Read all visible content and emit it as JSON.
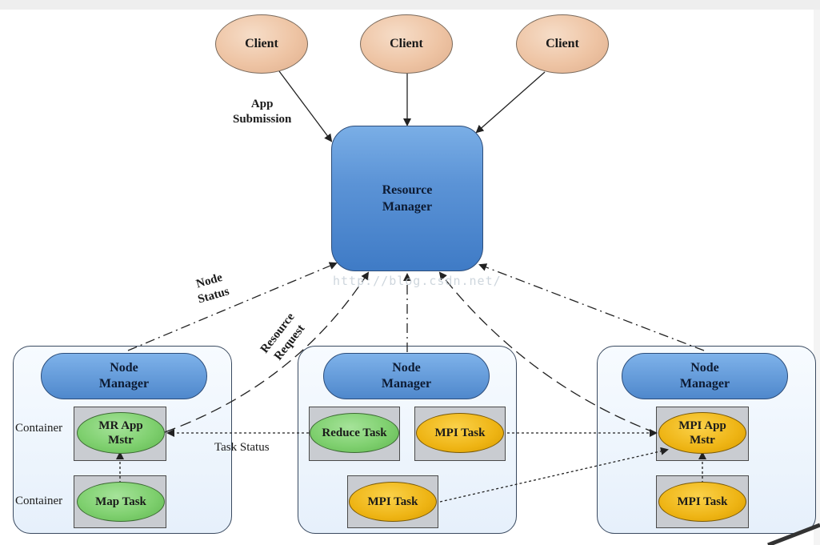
{
  "clients": [
    {
      "label": "Client"
    },
    {
      "label": "Client"
    },
    {
      "label": "Client"
    }
  ],
  "resource_manager": {
    "line1": "Resource",
    "line2": "Manager"
  },
  "edge_labels": {
    "app_submission_1": "App",
    "app_submission_2": "Submission",
    "node_status_1": "Node",
    "node_status_2": "Status",
    "resource_request_1": "Resource",
    "resource_request_2": "Request",
    "task_status": "Task Status"
  },
  "node_managers": [
    {
      "line1": "Node",
      "line2": "Manager"
    },
    {
      "line1": "Node",
      "line2": "Manager"
    },
    {
      "line1": "Node",
      "line2": "Manager"
    }
  ],
  "container_labels": {
    "top": "Container",
    "bottom": "Container"
  },
  "tasks": {
    "mr_app_mstr_1": "MR App",
    "mr_app_mstr_2": "Mstr",
    "map_task": "Map Task",
    "reduce_task": "Reduce Task",
    "mpi_task_middle_top": "MPI Task",
    "mpi_task_middle_bottom": "MPI Task",
    "mpi_app_mstr_1": "MPI App",
    "mpi_app_mstr_2": "Mstr",
    "mpi_task_right": "MPI Task"
  },
  "watermark": "http://blog.csdn.net/",
  "colors": {
    "client_fill": "#eec4a4",
    "manager_fill": "#4f88cc",
    "task_green": "#7fd06f",
    "task_gold": "#eeb414"
  }
}
